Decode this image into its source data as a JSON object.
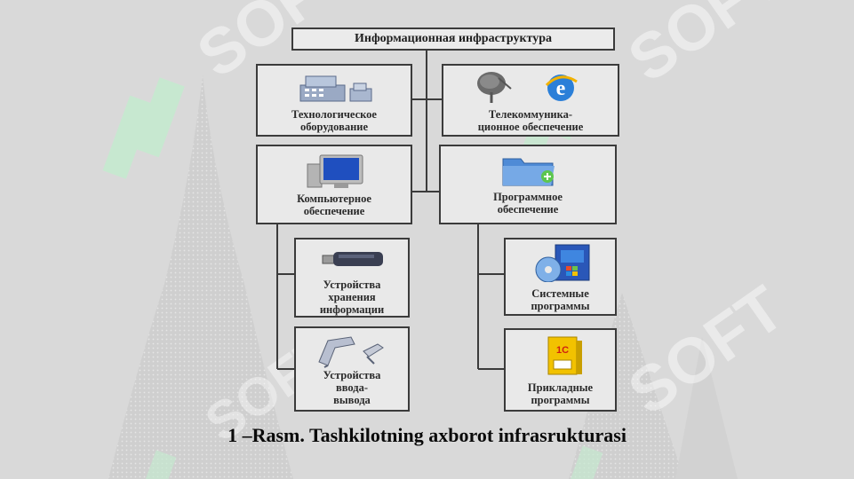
{
  "diagram": {
    "title": "Информационная инфраструктура",
    "nodes": {
      "tech": "Технологическое\nоборудование",
      "telecom": "Телекоммуника-\nционное обеспечение",
      "computer": "Компьютерное\nобеспечение",
      "software": "Программное\nобеспечение",
      "storage": "Устройства\nхранения\nинформации",
      "io": "Устройства\nввода-\nвывода",
      "system": "Системные\nпрограммы",
      "applied": "Прикладные\nпрограммы"
    },
    "icons": {
      "tech": "cash-register-icon",
      "telecom": "satellite-dish-and-ie-icon",
      "computer": "monitor-icon",
      "software": "folder-icon",
      "storage": "usb-flash-drive-icon",
      "io": "barcode-scanner-icon",
      "system": "windows-software-box-icon",
      "applied": "1c-software-box-icon"
    },
    "icon_text": {
      "applied": "1С"
    }
  },
  "watermark": {
    "text": "SOFT",
    "color": "#b8e6c4"
  },
  "caption": "1 –Rasm.  Tashkilotning axborot infrasrukturasi"
}
